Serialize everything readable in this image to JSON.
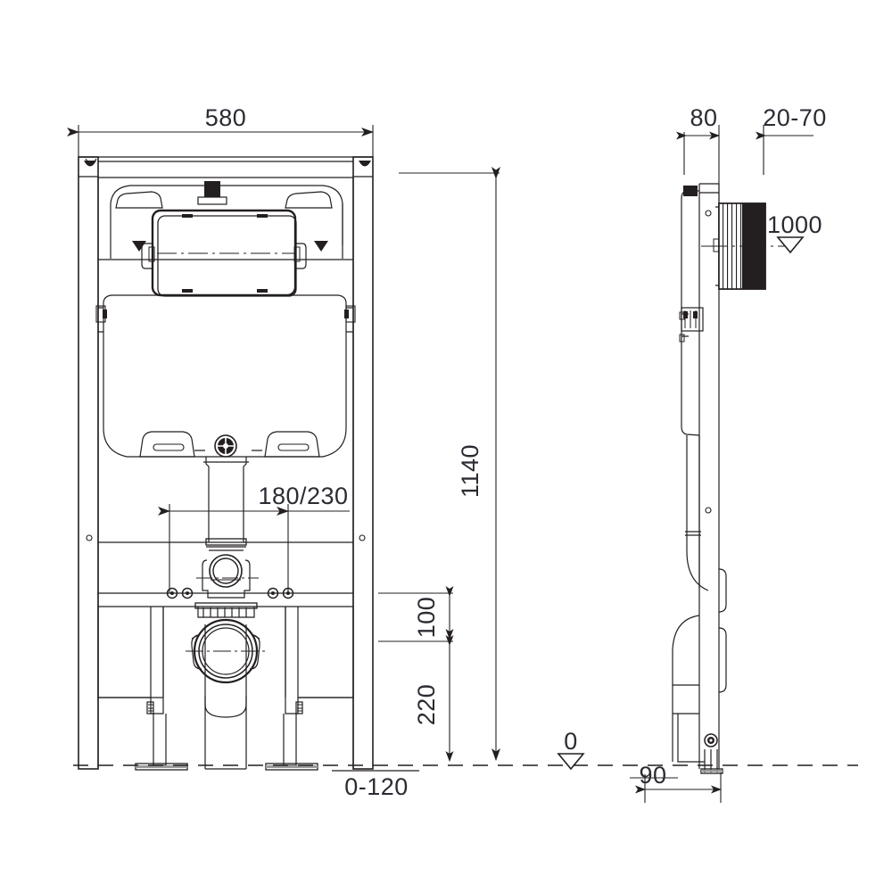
{
  "drawing": {
    "type": "technical-elevation-drawing",
    "subject": "Wall-hung WC concealed cistern installation frame",
    "units": "mm",
    "line_color": "#231f20",
    "text_color": "#2b2b33",
    "background": "#ffffff",
    "views": [
      {
        "id": "front",
        "label": "front-elevation"
      },
      {
        "id": "side",
        "label": "side-elevation"
      }
    ]
  },
  "dimensions": {
    "width_580": "580",
    "height_1140": "1140",
    "outlet_spacing_180_230": "180/230",
    "height_100": "100",
    "height_220": "220",
    "floor_adjust_0_120": "0-120",
    "depth_80": "80",
    "wall_offset_20_70": "20-70",
    "level_1000": "1000",
    "datum_0": "0",
    "foot_offset_90": "90"
  },
  "markers": {
    "datum_symbol": "level-triangle",
    "datum_zero_label": "0",
    "level_1000_label": "1000"
  },
  "chart_data": {
    "type": "table",
    "title": "Installation frame dimensions (mm)",
    "categories": [
      "Frame width",
      "Frame height",
      "Outlet spacing",
      "Outlet height",
      "Waste height",
      "Floor adjustment",
      "Frame depth",
      "Wall offset",
      "Flush plate level",
      "Datum",
      "Foot offset"
    ],
    "values": [
      "580",
      "1140",
      "180/230",
      "100",
      "220",
      "0-120",
      "80",
      "20-70",
      "1000",
      "0",
      "90"
    ]
  }
}
